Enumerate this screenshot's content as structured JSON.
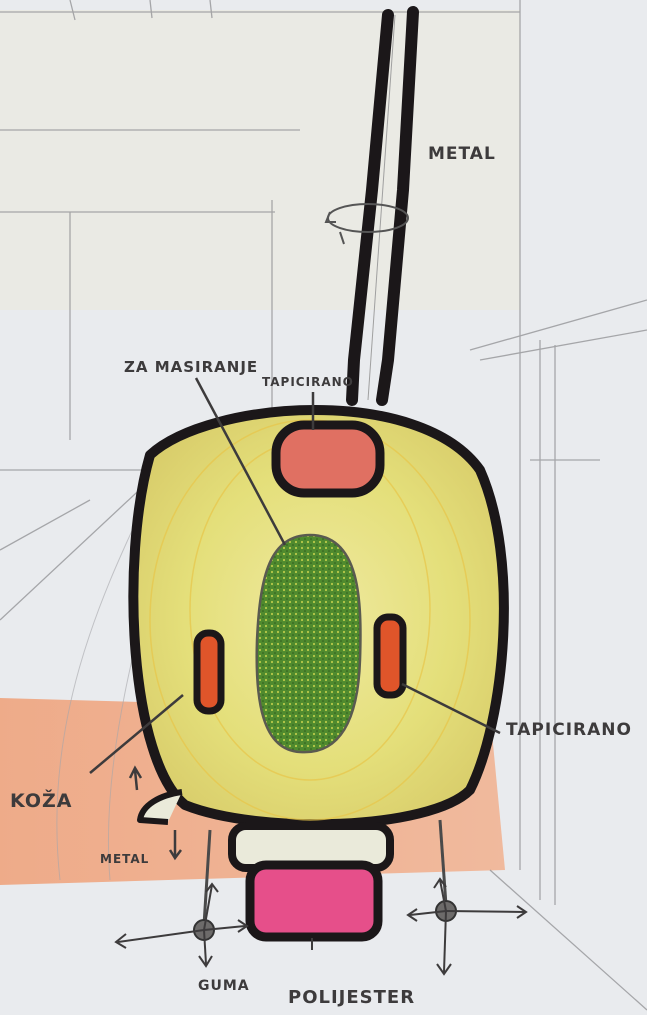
{
  "labels": {
    "metal_top": "METAL",
    "za_masiranje": "ZA MASIRANJE",
    "tapicirano_top": "TAPICIRANO",
    "tapicirano_right": "TAPICIRANO",
    "koza": "KOŽA",
    "metal_bottom": "METAL",
    "guma": "GUMA",
    "poliester": "POLIJESTER"
  },
  "colors": {
    "paper": "#e9ebee",
    "outline": "#1b1719",
    "body_fill": "#e4df7a",
    "massage_pad": "#4f8a2e",
    "top_pad": "#e07062",
    "side_pads": "#e0552a",
    "footrest": "#e64f8a",
    "floor": "#efa47e",
    "wheels": "#6d6b6a"
  },
  "icons": [
    "rotation-arrow-icon",
    "move-arrows-icon"
  ]
}
